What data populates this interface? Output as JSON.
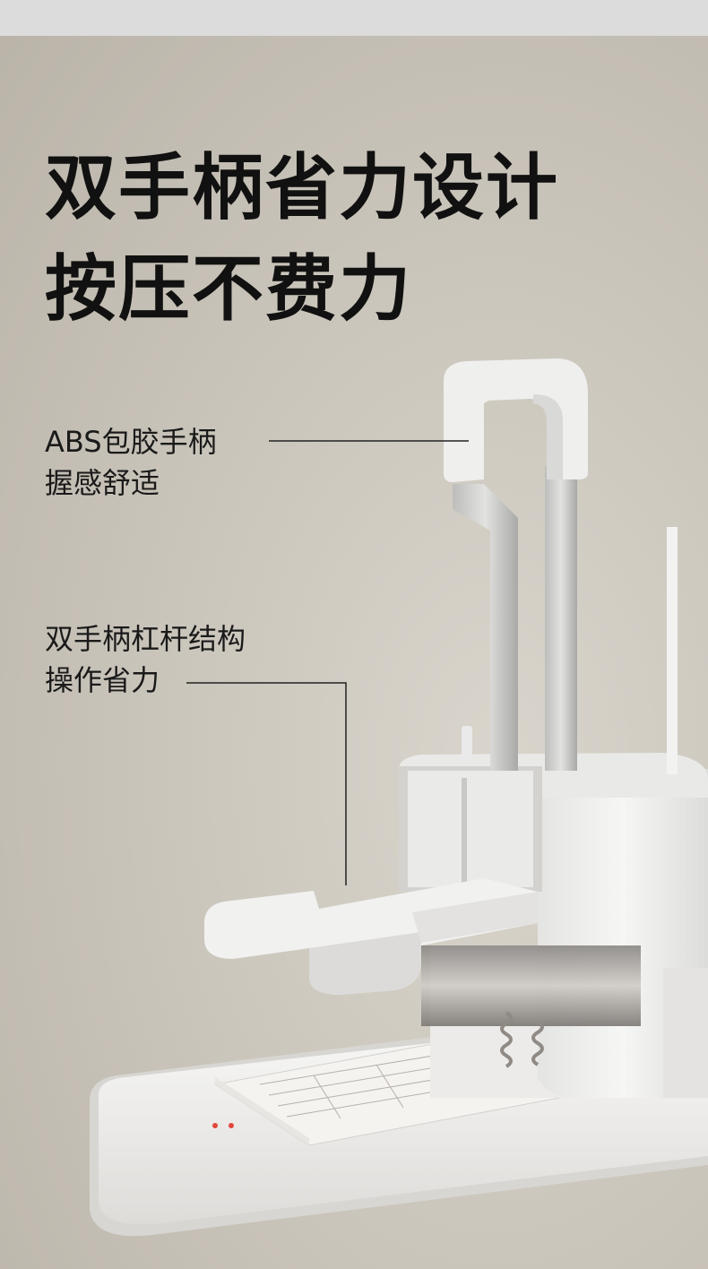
{
  "headline": {
    "line1": "双手柄省力设计",
    "line2": "按压不费力"
  },
  "callouts": [
    {
      "line1": "ABS包胶手柄",
      "line2": "握感舒适"
    },
    {
      "line1": "双手柄杠杆结构",
      "line2": "操作省力"
    }
  ],
  "colors": {
    "background": "#cbc6bc",
    "text": "#111111",
    "machine_body": "#f2f2f0",
    "leader_line": "#222222"
  }
}
